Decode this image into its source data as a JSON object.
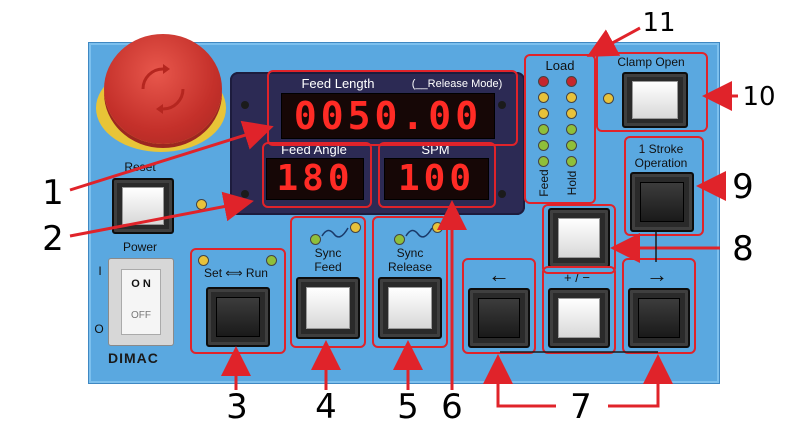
{
  "panel": {
    "brand": "DIMAC",
    "power_label": "Power",
    "power_on": "O N",
    "power_off": "OFF",
    "power_i": "I",
    "power_o": "O",
    "reset_label": "Reset",
    "set_run_label": "Set ⟺ Run",
    "sync_feed_label": "Sync\nFeed",
    "sync_release_label": "Sync\nRelease",
    "plus_minus_label": "+ / −",
    "left_arrow": "←",
    "right_arrow": "→",
    "stroke_label": "1 Stroke\nOperation",
    "clamp_label": "Clamp Open",
    "load_label": "Load",
    "feed_label": "Feed",
    "hold_label": "Hold"
  },
  "displays": {
    "feed_length_title": "Feed Length",
    "feed_length_mode": "(__Release Mode)",
    "feed_length_value": "0050.00",
    "feed_angle_title": "Feed Angle",
    "feed_angle_value": "180",
    "spm_title": "SPM",
    "spm_value": "100"
  },
  "callouts": [
    "1",
    "2",
    "3",
    "4",
    "5",
    "6",
    "7",
    "8",
    "9",
    "10",
    "11"
  ],
  "colors": {
    "panel": "#5aa8e0",
    "display_frame": "#2c2a54",
    "led_red_digits": "#ff2b25",
    "callout_red": "#e0232a",
    "estop_red": "#d43a2f"
  }
}
